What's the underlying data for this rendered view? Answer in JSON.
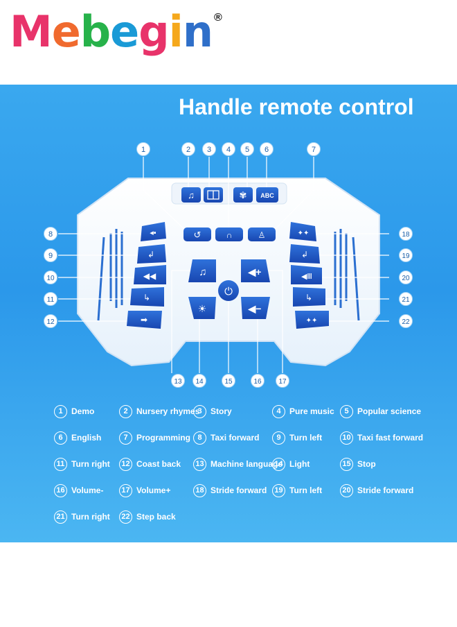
{
  "logo": {
    "letters": [
      {
        "ch": "M",
        "color": "#e8336a"
      },
      {
        "ch": "e",
        "color": "#f06a2e"
      },
      {
        "ch": "b",
        "color": "#27b24a"
      },
      {
        "ch": "e",
        "color": "#1a9ad6"
      },
      {
        "ch": "g",
        "color": "#e8336a"
      },
      {
        "ch": "i",
        "color": "#f5a81c"
      },
      {
        "ch": "n",
        "color": "#2f6fc9"
      }
    ],
    "registered": "®"
  },
  "title": "Handle remote control",
  "callouts": [
    "1",
    "2",
    "3",
    "4",
    "5",
    "6",
    "7",
    "8",
    "9",
    "10",
    "11",
    "12",
    "13",
    "14",
    "15",
    "16",
    "17",
    "18",
    "19",
    "20",
    "21",
    "22"
  ],
  "button_icons": {
    "top": [
      "music-note-icon",
      "book-icon",
      "atom-icon",
      "abc-icon"
    ],
    "center": [
      "demo-return-icon",
      "headphones-icon",
      "programming-figure-icon"
    ],
    "left": [
      "taxi-forward-icon",
      "turn-left-icon",
      "fast-forward-icon",
      "turn-right-icon",
      "coast-back-icon"
    ],
    "right": [
      "stride-forward-icon",
      "turn-left-icon",
      "stride-forward-icon",
      "turn-right-icon",
      "step-back-icon"
    ],
    "middle": [
      "machine-language-icon",
      "volume-plus-icon",
      "stop-power-icon",
      "light-icon",
      "volume-minus-icon"
    ]
  },
  "legend": [
    {
      "num": "1",
      "label": "Demo"
    },
    {
      "num": "2",
      "label": "Nursery rhymes"
    },
    {
      "num": "3",
      "label": "Story"
    },
    {
      "num": "4",
      "label": "Pure music"
    },
    {
      "num": "5",
      "label": "Popular science"
    },
    {
      "num": "6",
      "label": "English"
    },
    {
      "num": "7",
      "label": "Programming"
    },
    {
      "num": "8",
      "label": "Taxi forward"
    },
    {
      "num": "9",
      "label": "Turn left"
    },
    {
      "num": "10",
      "label": "Taxi fast forward"
    },
    {
      "num": "11",
      "label": "Turn right"
    },
    {
      "num": "12",
      "label": "Coast back"
    },
    {
      "num": "13",
      "label": "Machine language"
    },
    {
      "num": "14",
      "label": "Light"
    },
    {
      "num": "15",
      "label": "Stop"
    },
    {
      "num": "16",
      "label": "Volume-"
    },
    {
      "num": "17",
      "label": "Volume+"
    },
    {
      "num": "18",
      "label": "Stride forward"
    },
    {
      "num": "19",
      "label": "Turn left"
    },
    {
      "num": "20",
      "label": "Stride forward"
    },
    {
      "num": "21",
      "label": "Turn right"
    },
    {
      "num": "22",
      "label": "Step back"
    }
  ],
  "colors": {
    "panel": "#2b98ea",
    "button": "#1f56c4",
    "body": "#ffffff"
  }
}
